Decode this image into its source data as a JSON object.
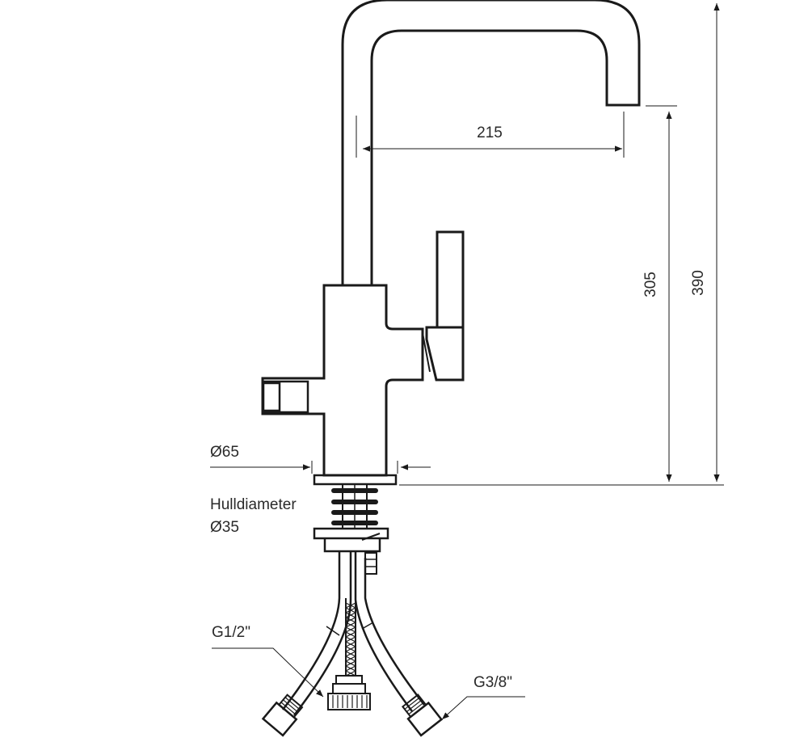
{
  "dimensions": {
    "reach": "215",
    "spout_height": "305",
    "total_height": "390",
    "base_diameter": "Ø65",
    "hole_label": "Hulldiameter",
    "hole_diameter": "Ø35",
    "hot_cold_connection": "G1/2\"",
    "third_connection": "G3/8\""
  },
  "colors": {
    "line": "#1a1a1a",
    "text": "#2a2a2a",
    "background": "#ffffff"
  }
}
